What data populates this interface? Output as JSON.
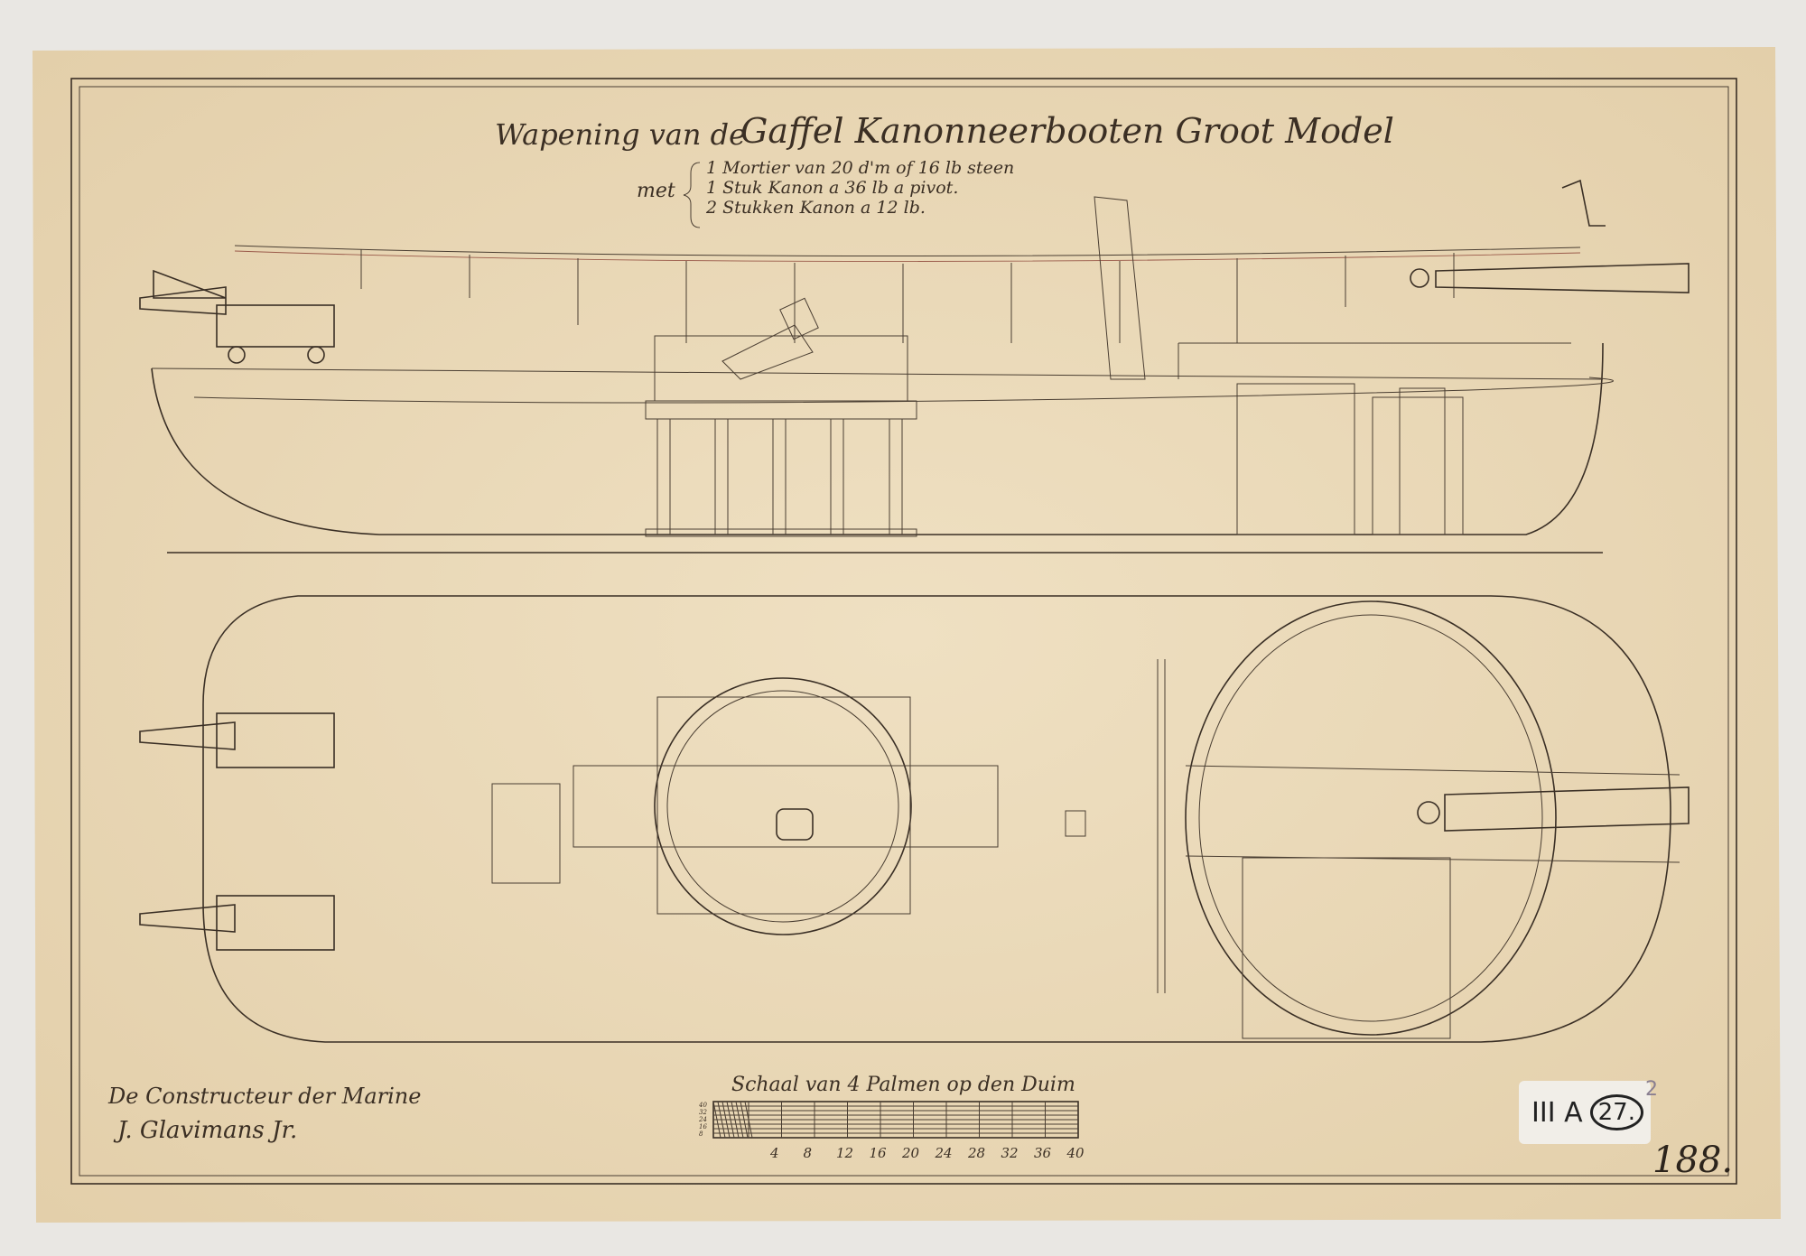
{
  "title": {
    "prefix": "Wapening van de",
    "main": "Gaffel Kanonneerbooten Groot Model"
  },
  "armament": {
    "lead": "met",
    "items": [
      "1 Mortier van 20 d'm of 16 lb steen",
      "1 Stuk Kanon a 36 lb a pivot.",
      "2 Stukken Kanon a 12 lb."
    ]
  },
  "signature": {
    "line1": "De Constructeur der Marine",
    "line2": "J. Glavimans Jr."
  },
  "scale": {
    "title": "Schaal van 4 Palmen op den Duim",
    "left_ticks": [
      "40",
      "32",
      "24",
      "16",
      "8"
    ],
    "ticks": [
      "4",
      "8",
      "12",
      "16",
      "20",
      "24",
      "28",
      "32",
      "36",
      "40"
    ]
  },
  "archive_label": {
    "series": "III A",
    "number": "27.",
    "superscript": "2"
  },
  "sheet_number": "188.",
  "colors": {
    "paper": "#ecdcbd",
    "ink": "#3a2f25"
  }
}
